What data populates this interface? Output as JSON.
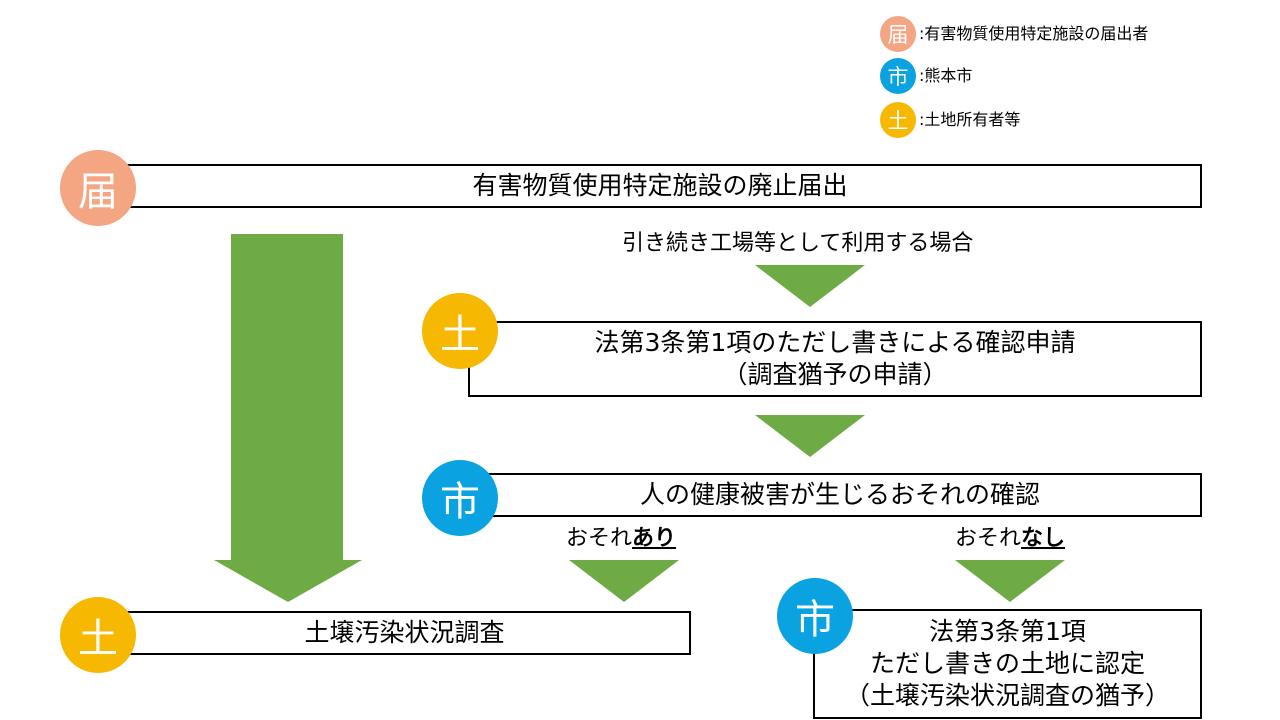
{
  "colors": {
    "notifier": "#f4a582",
    "city": "#0aa2e0",
    "owner": "#f6b800",
    "arrow": "#6fab45",
    "border": "#000000"
  },
  "legend": {
    "notifier": {
      "badge": "届",
      "text": ":有害物質使用特定施設の届出者"
    },
    "city": {
      "badge": "市",
      "text": ":熊本市"
    },
    "owner": {
      "badge": "土",
      "text": ":土地所有者等"
    }
  },
  "badges": {
    "abolition": "届",
    "confirmation_application": "土",
    "health_risk_check": "市",
    "soil_survey": "土",
    "certification": "市"
  },
  "boxes": {
    "abolition_notice": "有害物質使用特定施設の廃止届出",
    "confirmation_application": {
      "line1": "法第3条第1項のただし書きによる確認申請",
      "line2": "（調査猶予の申請）"
    },
    "health_risk_check": "人の健康被害が生じるおそれの確認",
    "soil_survey": "土壌汚染状況調査",
    "certification": {
      "line1": "法第3条第1項",
      "line2": "ただし書きの土地に認定",
      "line3": "（土壌汚染状況調査の猶予）"
    }
  },
  "labels": {
    "continued_use": "引き続き工場等として利用する場合",
    "risk_yes_prefix": "おそれ",
    "risk_yes_emph": "あり",
    "risk_no_prefix": "おそれ",
    "risk_no_emph": "なし"
  }
}
